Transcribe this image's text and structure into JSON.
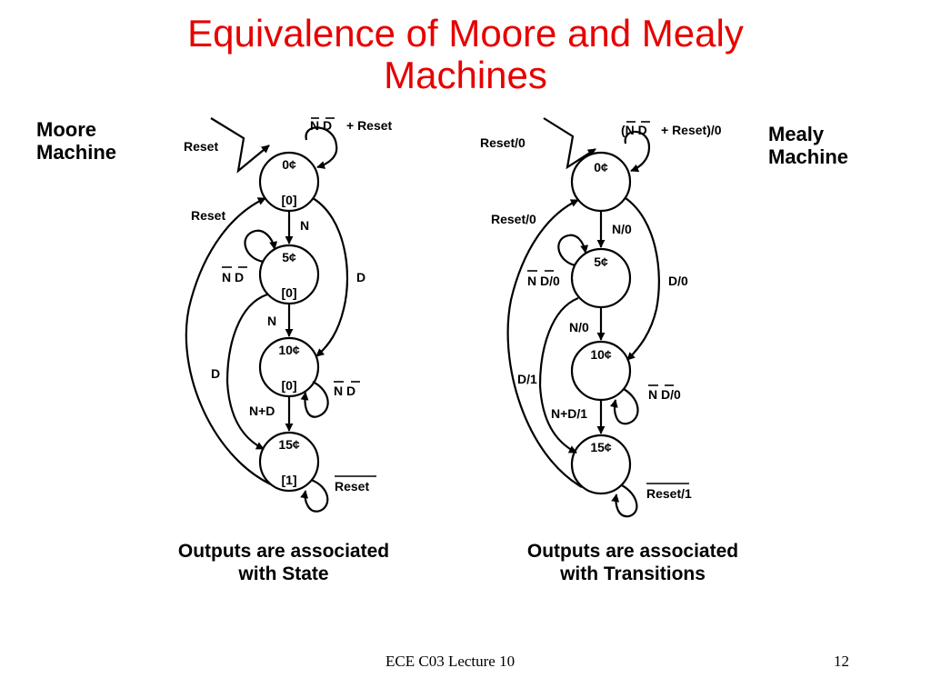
{
  "title": {
    "line1": "Equivalence of Moore and Mealy",
    "line2": "Machines"
  },
  "moore": {
    "label": {
      "line1": "Moore",
      "line2": "Machine"
    },
    "states": [
      {
        "name": "0¢",
        "output": "[0]"
      },
      {
        "name": "5¢",
        "output": "[0]"
      },
      {
        "name": "10¢",
        "output": "[0]"
      },
      {
        "name": "15¢",
        "output": "[1]"
      }
    ],
    "transitions": {
      "reset_in": "Reset",
      "self_0_a": "N D",
      "self_0_b": "+ Reset",
      "reset_5": "Reset",
      "n_0_5": "N",
      "self_5": "N D",
      "d_0_10": "D",
      "n_5_10": "N",
      "d_5_15": "D",
      "self_10": "N D",
      "nd_10_15": "N+D",
      "self_15": "Reset"
    },
    "caption": {
      "line1": "Outputs are associated",
      "line2": "with State"
    }
  },
  "mealy": {
    "label": {
      "line1": "Mealy",
      "line2": "Machine"
    },
    "states": [
      {
        "name": "0¢"
      },
      {
        "name": "5¢"
      },
      {
        "name": "10¢"
      },
      {
        "name": "15¢"
      }
    ],
    "transitions": {
      "reset_in": "Reset/0",
      "self_0_a": "(N D",
      "self_0_b": "+ Reset)/0",
      "reset_5": "Reset/0",
      "n_0_5": "N/0",
      "self_5": "N D/0",
      "d_0_10": "D/0",
      "n_5_10": "N/0",
      "d_5_15": "D/1",
      "self_10": "N D/0",
      "nd_10_15": "N+D/1",
      "self_15": "Reset/1"
    },
    "caption": {
      "line1": "Outputs are associated",
      "line2": "with Transitions"
    }
  },
  "footer": {
    "course": "ECE C03 Lecture 10",
    "page": "12"
  }
}
